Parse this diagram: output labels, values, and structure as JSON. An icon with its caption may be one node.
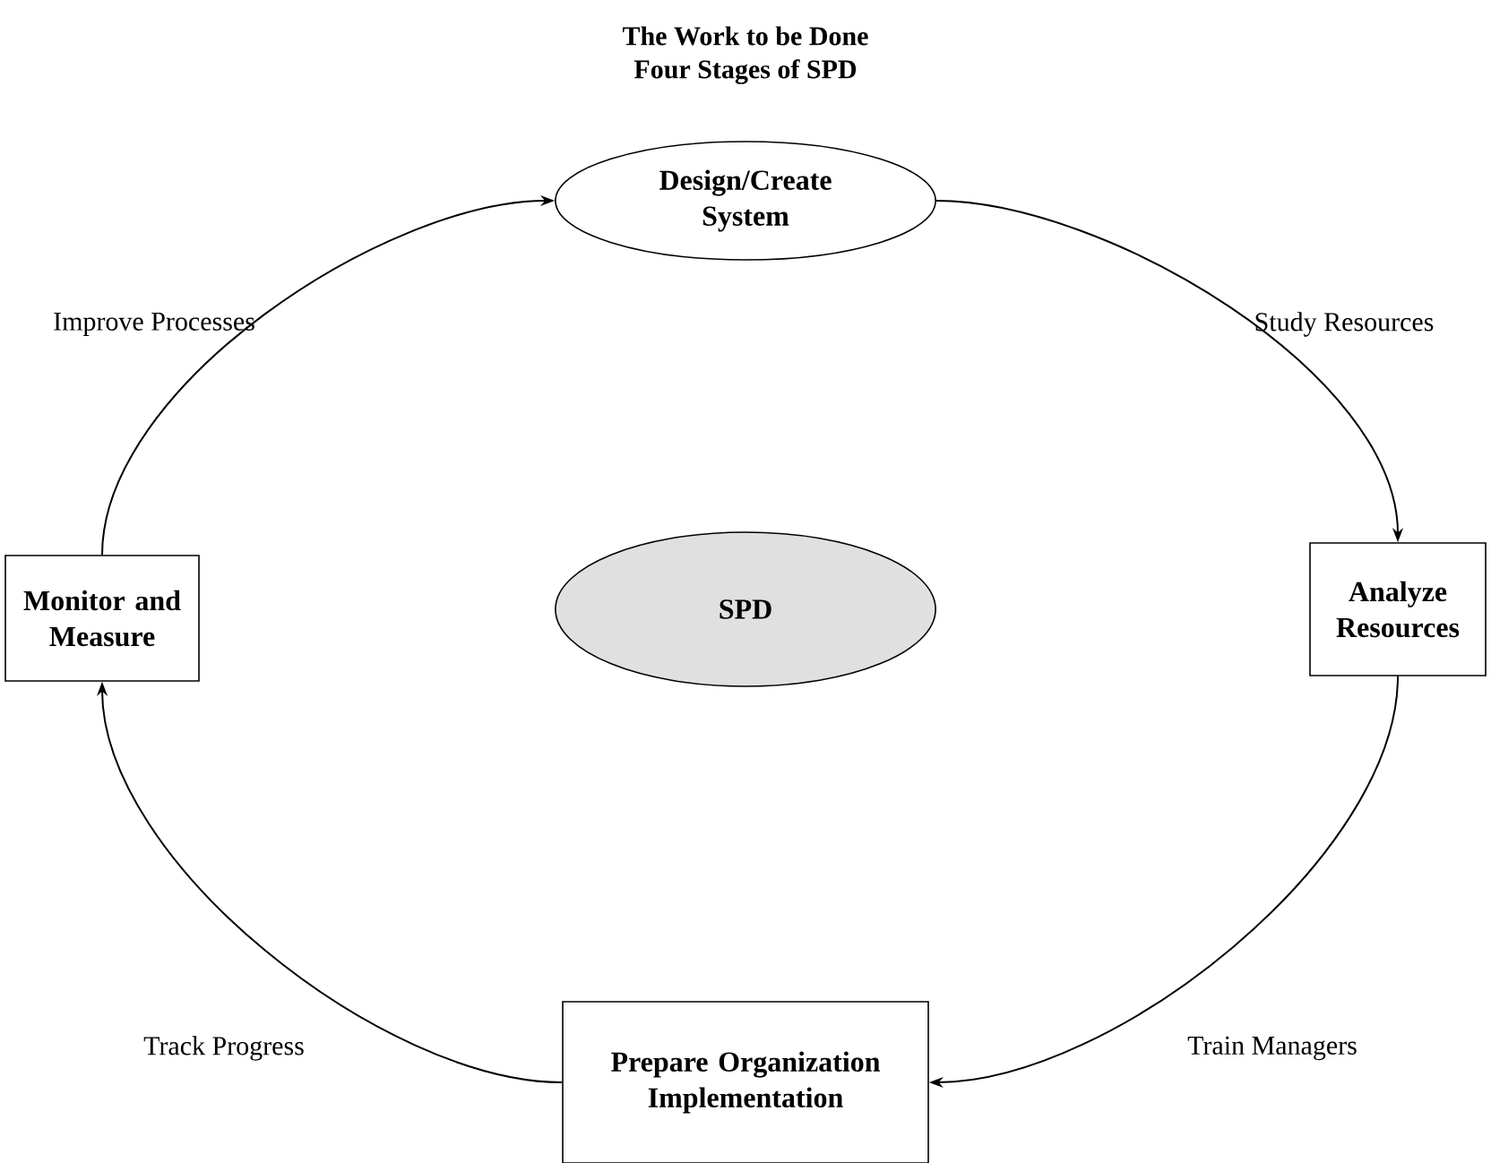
{
  "diagram": {
    "title": "The Work to be Done",
    "nodes": [
      {
        "text": [
          "Design/Create System"
        ]
      },
      {
        "text": [
          "Analyze Resources"
        ]
      },
      {
        "text": [
          "Prepare Organization Implementation"
        ]
      },
      {
        "text": [
          "Monitor and Measure"
        ]
      },
      {
        "text": [
          "SPD"
        ]
      }
    ],
    "edges": [
      {
        "from": 0,
        "to": 1,
        "arrow": "to",
        "label": "Study Resources"
      },
      {
        "from": 1,
        "to": 2,
        "arrow": "to",
        "label": "Train Managers"
      },
      {
        "from": 2,
        "to": 3,
        "arrow": "to",
        "label": "Track Progress"
      },
      {
        "from": 3,
        "to": 0,
        "arrow": "to",
        "label": "Improve Processes"
      }
    ],
    "labels": [
      "Four Stages of SPD"
    ]
  }
}
